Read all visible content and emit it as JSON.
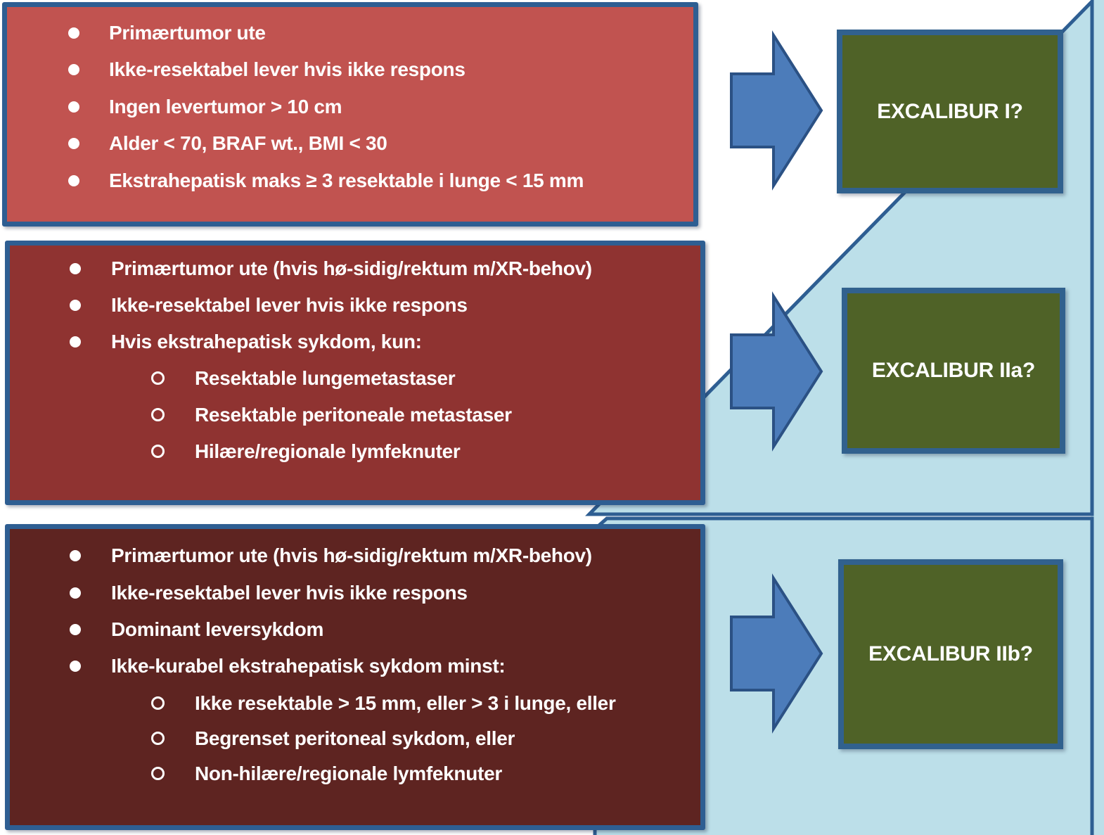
{
  "boxes": [
    {
      "name": "criteria-box-1",
      "items": [
        {
          "level": 1,
          "text": "Primærtumor ute"
        },
        {
          "level": 1,
          "text": "Ikke-resektabel lever hvis ikke respons"
        },
        {
          "level": 1,
          "text": "Ingen levertumor > 10 cm"
        },
        {
          "level": 1,
          "text": "Alder < 70, BRAF wt., BMI < 30"
        },
        {
          "level": 1,
          "text": "Ekstrahepatisk maks ≥ 3 resektable i lunge < 15 mm"
        }
      ]
    },
    {
      "name": "criteria-box-2",
      "items": [
        {
          "level": 1,
          "text": "Primærtumor ute (hvis hø-sidig/rektum m/XR-behov)"
        },
        {
          "level": 1,
          "text": "Ikke-resektabel lever hvis ikke respons"
        },
        {
          "level": 1,
          "text": "Hvis ekstrahepatisk sykdom, kun:"
        },
        {
          "level": 2,
          "text": "Resektable lungemetastaser"
        },
        {
          "level": 2,
          "text": "Resektable peritoneale metastaser"
        },
        {
          "level": 2,
          "text": "Hilære/regionale lymfeknuter"
        }
      ]
    },
    {
      "name": "criteria-box-3",
      "items": [
        {
          "level": 1,
          "text": "Primærtumor ute (hvis hø-sidig/rektum m/XR-behov)"
        },
        {
          "level": 1,
          "text": "Ikke-resektabel lever hvis ikke respons"
        },
        {
          "level": 1,
          "text": "Dominant leversykdom"
        },
        {
          "level": 1,
          "text": "Ikke-kurabel ekstrahepatisk sykdom minst:"
        },
        {
          "level": 2,
          "text": "Ikke resektable > 15 mm, eller > 3 i lunge, eller"
        },
        {
          "level": 2,
          "text": "Begrenset peritoneal sykdom, eller"
        },
        {
          "level": 2,
          "text": "Non-hilære/regionale lymfeknuter"
        }
      ]
    }
  ],
  "outcomes": [
    {
      "label": "EXCALIBUR I?"
    },
    {
      "label": "EXCALIBUR IIa?"
    },
    {
      "label": "EXCALIBUR IIb?"
    }
  ],
  "icons": [
    {
      "name": "right-arrow-icon"
    },
    {
      "name": "right-arrow-icon"
    },
    {
      "name": "right-arrow-icon"
    }
  ],
  "colors": {
    "light_blue": "#bcdfe9",
    "shape_border": "#2e5e92",
    "arrow_fill": "#4c7cba",
    "arrow_border": "#2b5184",
    "box1_fill": "#c15350",
    "box2_fill": "#8f3331",
    "box3_fill": "#5e2421",
    "box_border": "#2e5e92",
    "outcome_fill": "#4f6227",
    "outcome_border": "#31618e",
    "text": "#ffffff"
  }
}
